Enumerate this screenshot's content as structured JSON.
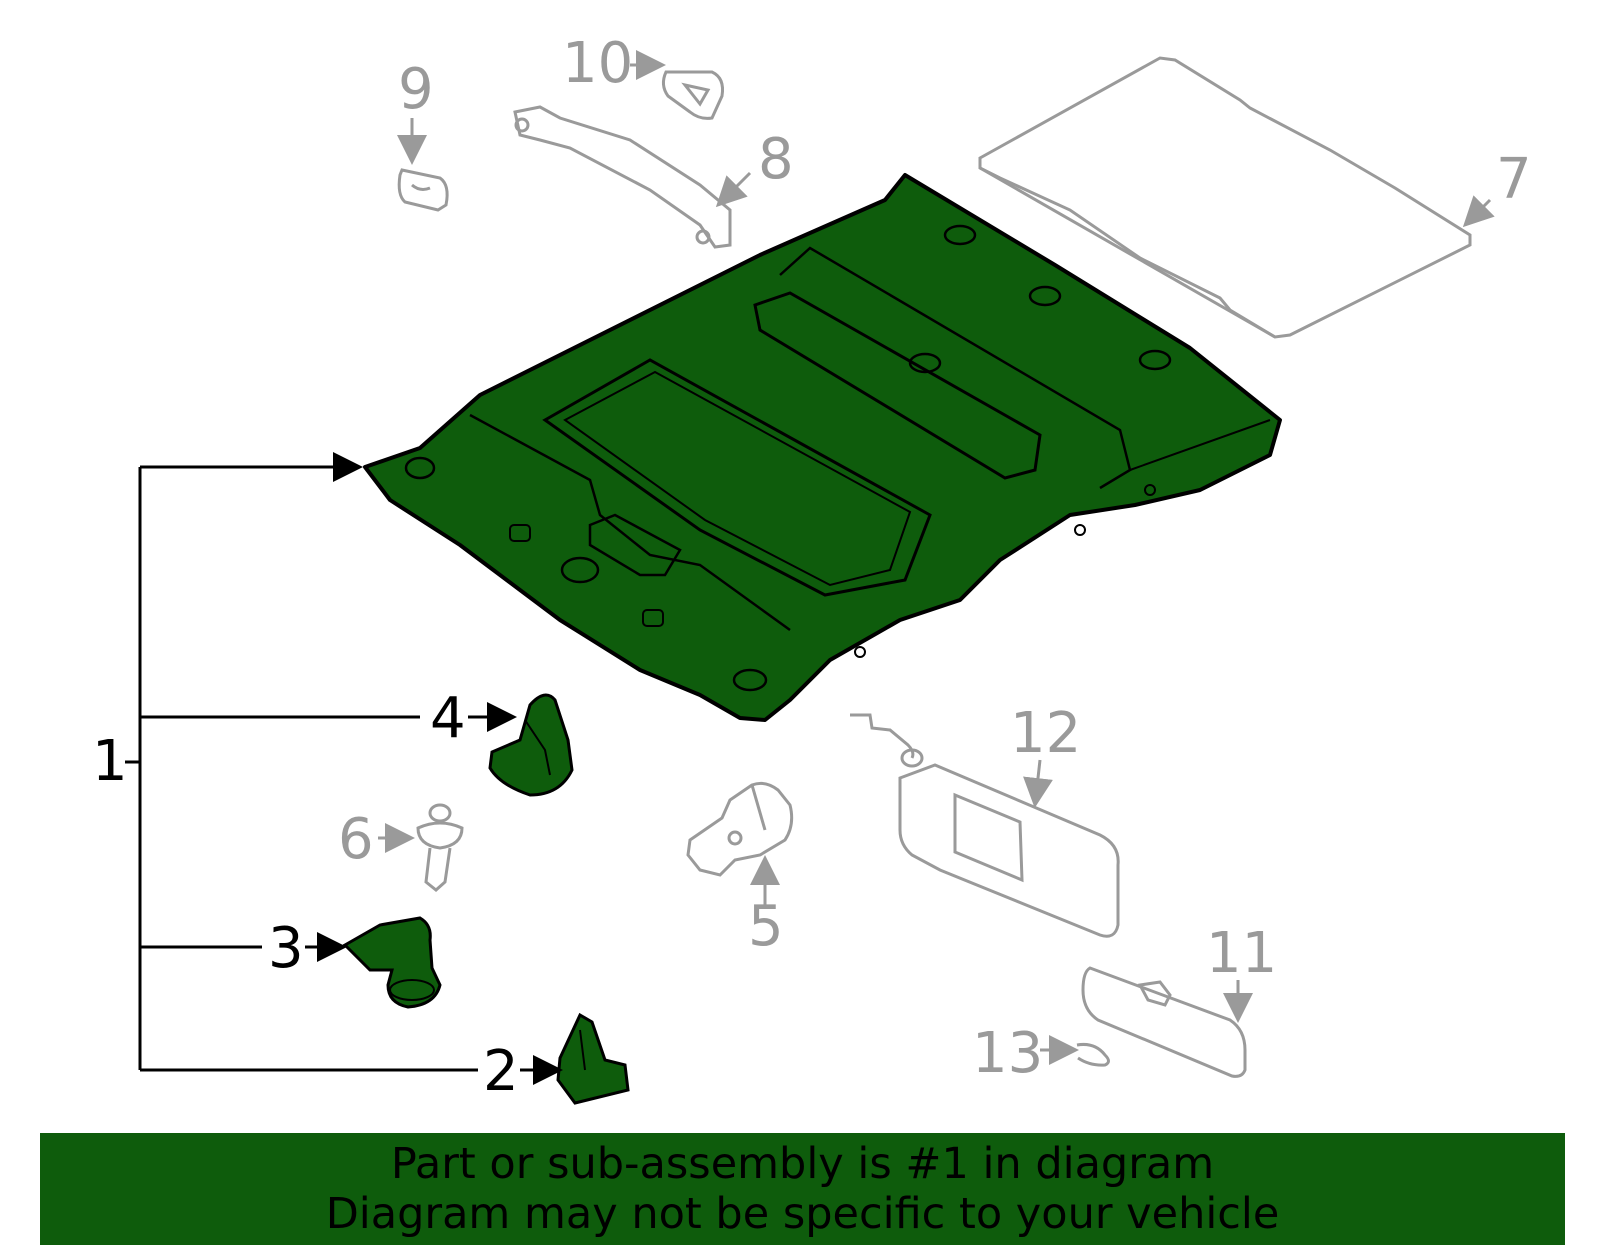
{
  "colors": {
    "highlight": "#0e5c0c",
    "outline": "#000000",
    "inactive": "#9a9a9a",
    "footer_bg": "#0e5c0c"
  },
  "callouts": {
    "c1": "1",
    "c2": "2",
    "c3": "3",
    "c4": "4",
    "c5": "5",
    "c6": "6",
    "c7": "7",
    "c8": "8",
    "c9": "9",
    "c10": "10",
    "c11": "11",
    "c12": "12",
    "c13": "13"
  },
  "footer": {
    "line1": "Part or sub-assembly is #1 in diagram",
    "line2": "Diagram may not be specific to your vehicle"
  }
}
